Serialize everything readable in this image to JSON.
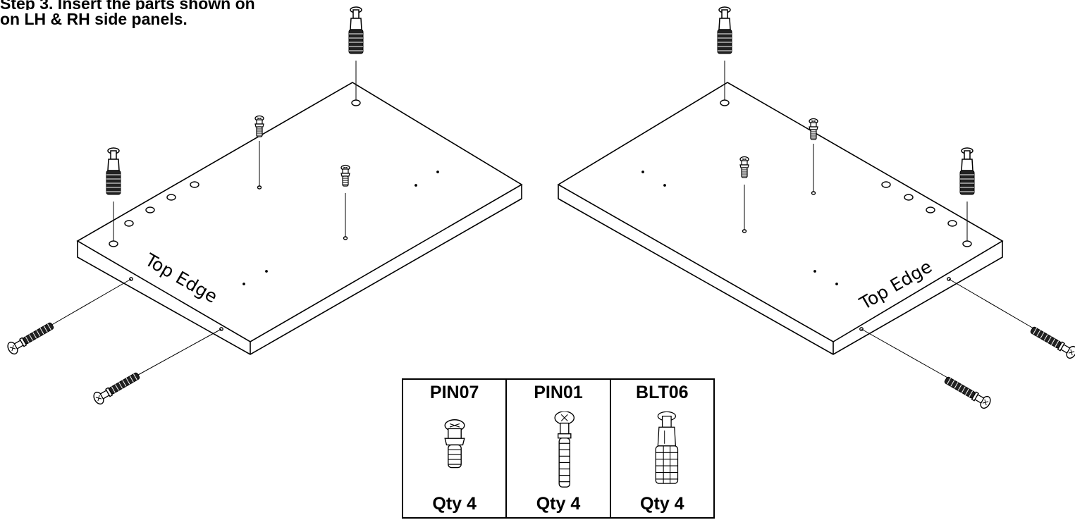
{
  "instruction": {
    "line1": "Step 3. Insert the parts shown on",
    "line2": "on LH & RH side panels."
  },
  "panels": [
    {
      "name": "left-side-panel",
      "edge_label": "Top Edge"
    },
    {
      "name": "right-side-panel",
      "edge_label": "Top Edge"
    }
  ],
  "parts_legend": [
    {
      "code": "PIN07",
      "qty": "Qty 4",
      "icon": "small-cam-pin-icon"
    },
    {
      "code": "PIN01",
      "qty": "Qty 4",
      "icon": "cam-pin-screw-icon"
    },
    {
      "code": "BLT06",
      "qty": "Qty 4",
      "icon": "dowel-bolt-icon"
    }
  ],
  "colors": {
    "line": "#000000",
    "background": "#ffffff"
  }
}
